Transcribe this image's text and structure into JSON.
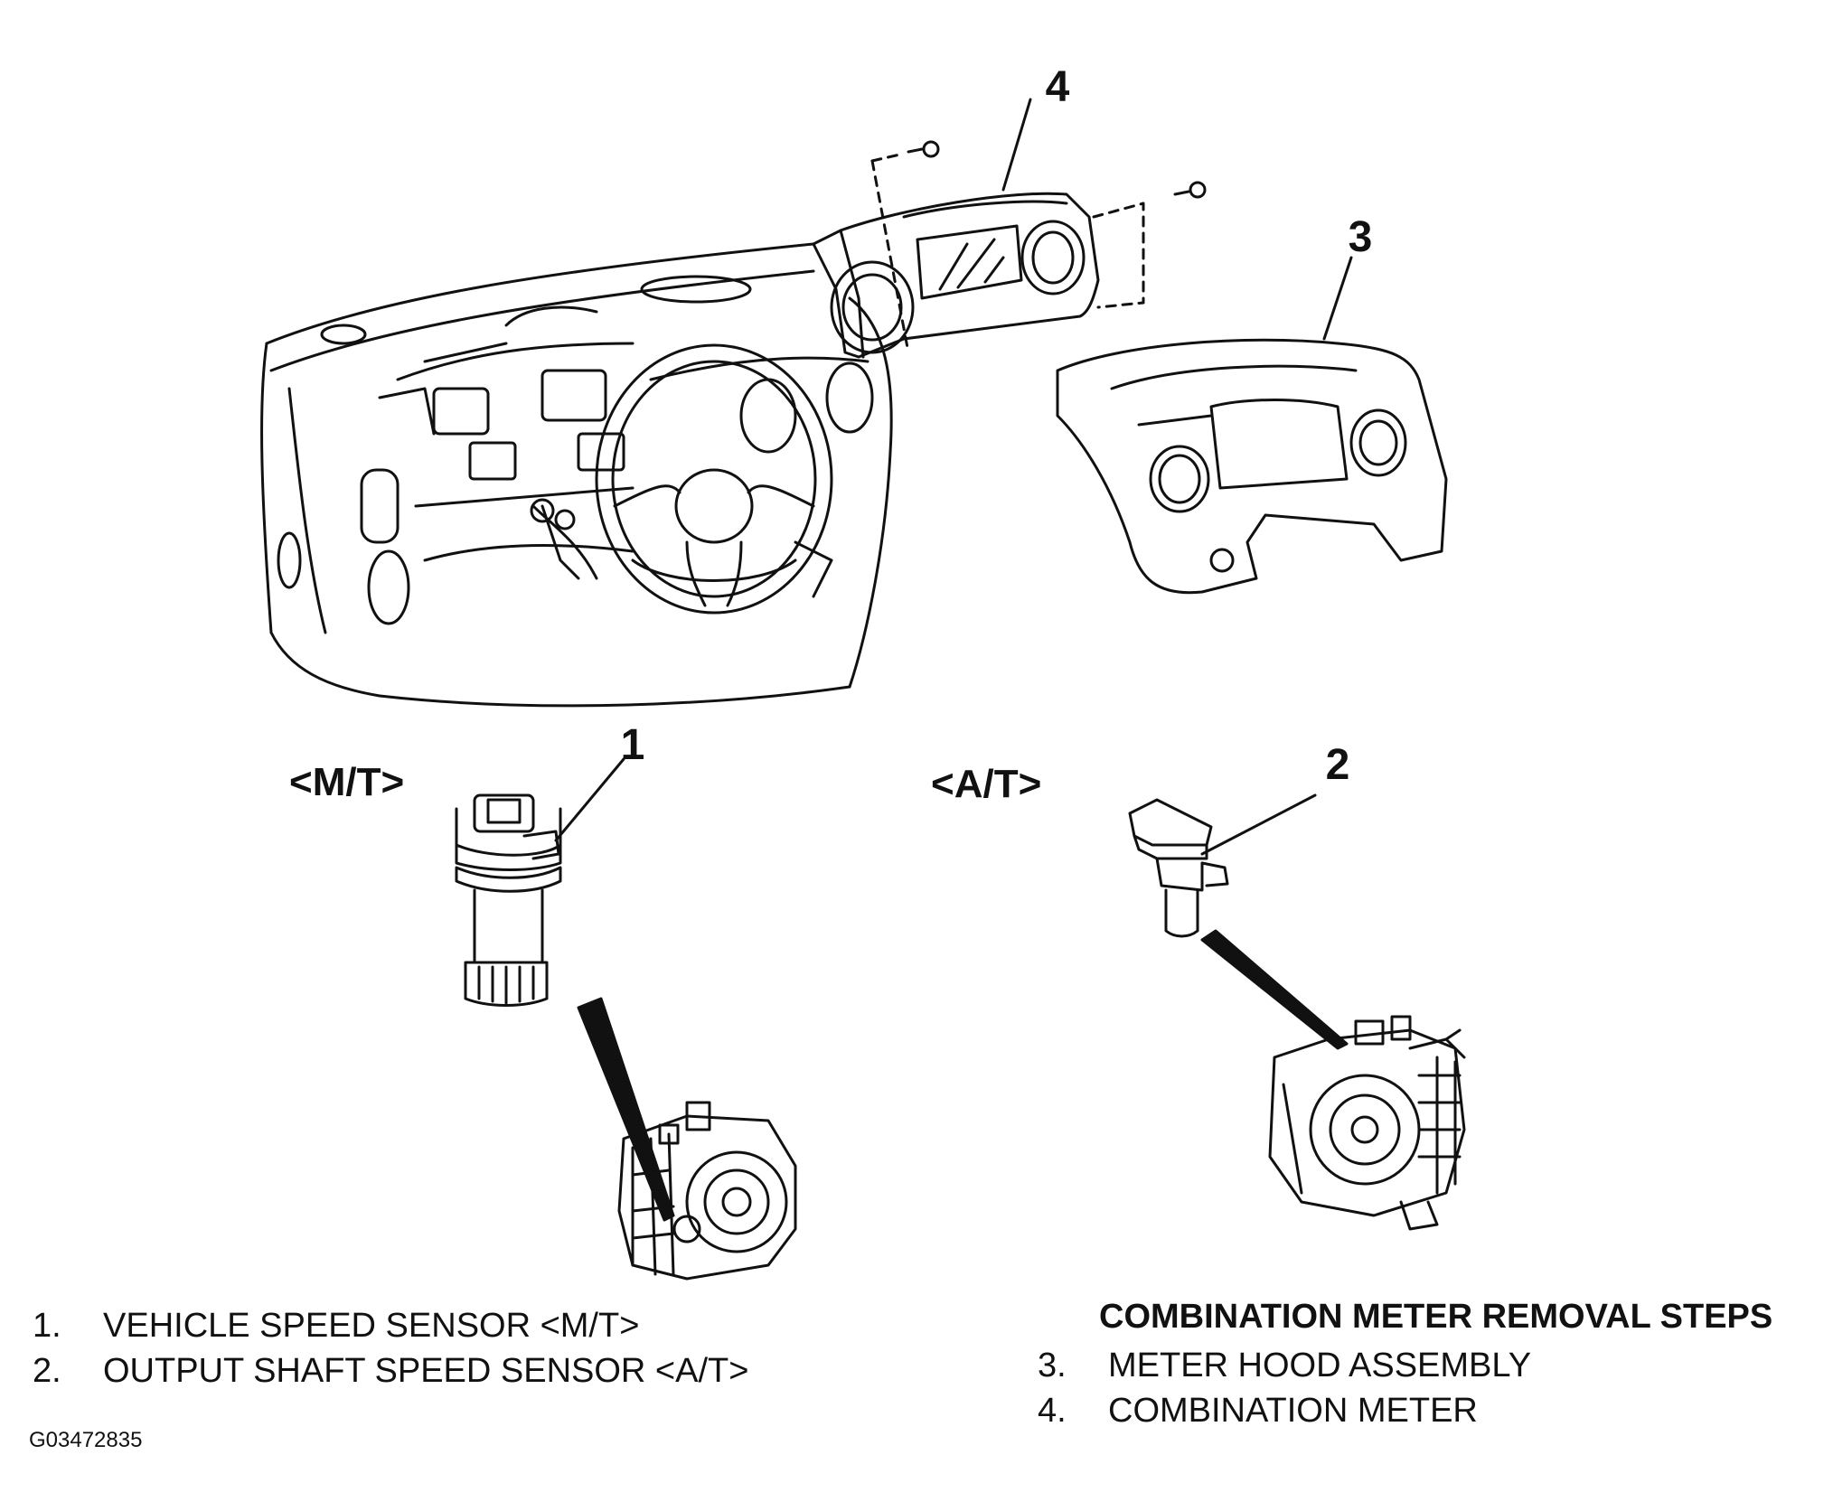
{
  "callouts": {
    "c1": "1",
    "c2": "2",
    "c3": "3",
    "c4": "4"
  },
  "variants": {
    "mt": "<M/T>",
    "at": "<A/T>"
  },
  "legend_left": [
    {
      "num": "1.",
      "text": "VEHICLE SPEED SENSOR <M/T>"
    },
    {
      "num": "2.",
      "text": "OUTPUT SHAFT SPEED SENSOR <A/T>"
    }
  ],
  "legend_right": {
    "title": "COMBINATION METER REMOVAL STEPS",
    "items": [
      {
        "num": "3.",
        "text": "METER HOOD ASSEMBLY"
      },
      {
        "num": "4.",
        "text": "COMBINATION METER"
      }
    ]
  },
  "figure_id": "G03472835"
}
